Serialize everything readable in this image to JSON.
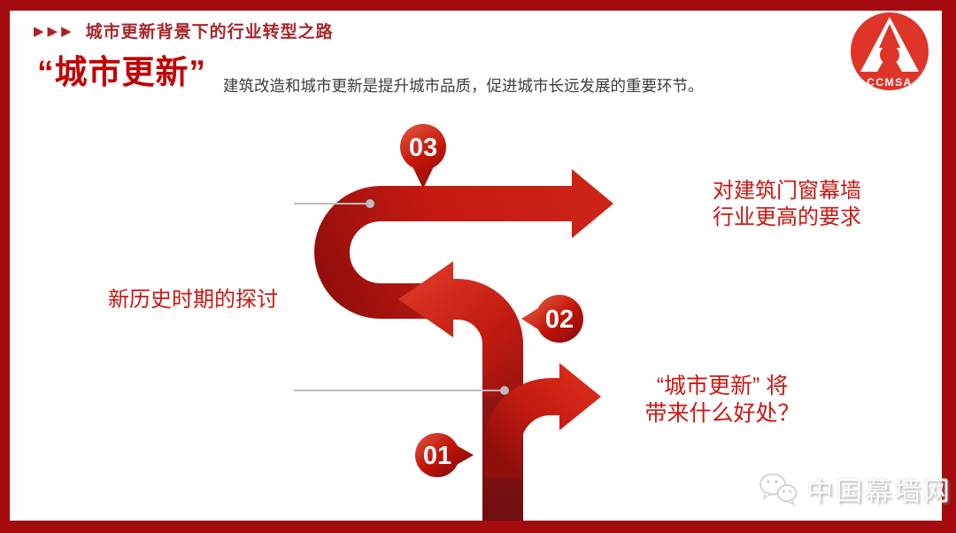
{
  "slide": {
    "frame_color": "#A30B0E",
    "accent_red": "#C10000",
    "arrow_red": "#CC1D14",
    "label_red": "#CC1713",
    "leader_gray": "#BDBDBD"
  },
  "header": {
    "marker": "▶▶▶",
    "kicker": "城市更新背景下的行业转型之路",
    "title": "“城市更新”",
    "subtitle": "建筑改造和城市更新是提升城市品质，促进城市长远发展的重要环节。"
  },
  "logo": {
    "abbr": "CCMSA"
  },
  "diagram": {
    "badge_01": "01",
    "badge_02": "02",
    "badge_03": "03",
    "label_left": "新历史时期的探讨",
    "label_right_top_l1": "对建筑门窗幕墙",
    "label_right_top_l2": "行业更高的要求",
    "label_right_bottom_l1": "“城市更新” 将",
    "label_right_bottom_l2": "带来什么好处？"
  },
  "watermark": {
    "icon": "wechat-icon",
    "text": "中国幕墙网"
  }
}
